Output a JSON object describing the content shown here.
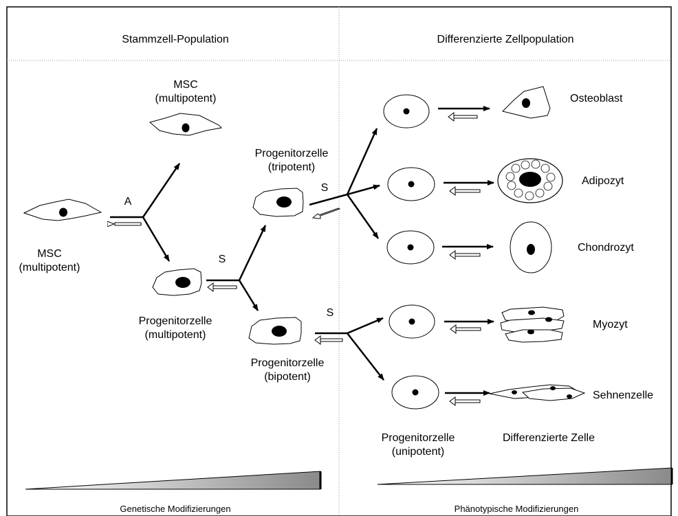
{
  "headers": {
    "left": "Stammzell-Population",
    "right": "Differenzierte Zellpopulation"
  },
  "labels": {
    "msc_top": [
      "MSC",
      "(multipotent)"
    ],
    "msc_left": [
      "MSC",
      "(multipotent)"
    ],
    "prog_multi": [
      "Progenitorzelle",
      "(multipotent)"
    ],
    "prog_tri": [
      "Progenitorzelle",
      "(tripotent)"
    ],
    "prog_bi": [
      "Progenitorzelle",
      "(bipotent)"
    ],
    "prog_uni": [
      "Progenitorzelle",
      "(unipotent)"
    ],
    "diff_cell": "Differenzierte Zelle",
    "marker_a": "A",
    "marker_s1": "S",
    "marker_s2": "S",
    "marker_s3": "S"
  },
  "cell_types": [
    "Osteoblast",
    "Adipozyt",
    "Chondrozyt",
    "Myozyt",
    "Sehnenzelle"
  ],
  "footer": {
    "left": "Genetische Modifizierungen",
    "right": "Phänotypische Modifizierungen"
  }
}
